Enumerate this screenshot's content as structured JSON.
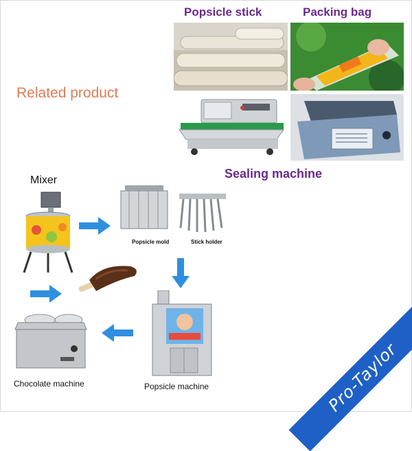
{
  "headings": {
    "popsicle_stick": "Popsicle stick",
    "packing_bag": "Packing bag",
    "related_product": "Related product",
    "sealing_machine": "Sealing machine"
  },
  "labels": {
    "mixer": "Mixer",
    "popsicle_mold": "Popsicle mold",
    "stick_holder": "Stick holder",
    "chocolate_machine": "Chocolate machine",
    "popsicle_machine": "Popsicle machine"
  },
  "brand": {
    "watermark": "Pro-Taylor"
  },
  "colors": {
    "heading_purple": "#6a2a8c",
    "related_orange": "#e07a55",
    "arrow_blue": "#2e8fe0",
    "banner_blue": "#1f60c6"
  }
}
